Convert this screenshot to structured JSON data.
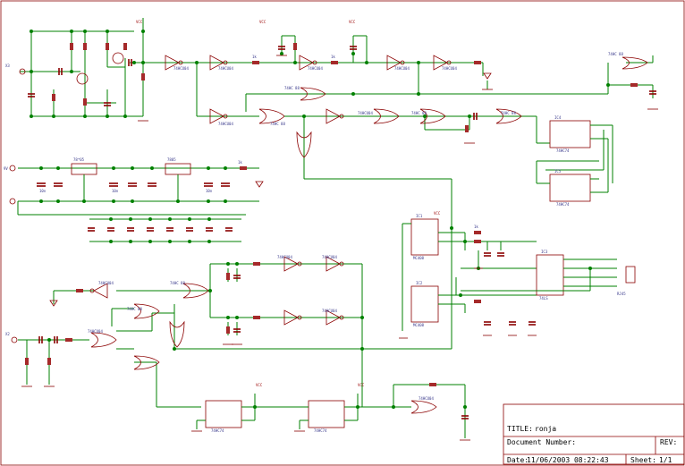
{
  "title_block": {
    "title_label": "TITLE:",
    "title_value": "ronja",
    "document_label": "Document Number:",
    "rev_label": "REV:",
    "date_label": "Date:",
    "date_value": "11/06/2003 08:22:43",
    "sheet_label": "Sheet:",
    "sheet_value": "1/1"
  },
  "gate_part": "74HCU04",
  "gate_part_alt": "74HC 88",
  "power_label": "VCC",
  "part_labels": {
    "regulator_1": "78*05",
    "regulator_2": "7805",
    "counter_part": "74HC74",
    "mux_part": "74LS",
    "dual_part": "MC408",
    "ic_u1": "IC1",
    "ic_u2": "IC2",
    "ic_u3": "IC3",
    "ic_u4": "IC4",
    "ic_u5": "IC5"
  },
  "connector_labels": {
    "input_top": "X3",
    "power_in": "9V",
    "input_bottom": "X2",
    "rj45": "RJ45"
  },
  "cap_value": "10n",
  "res_value": "1k",
  "colors": {
    "wire": "#008000",
    "component": "#8b0000",
    "text": "#3a3a8c",
    "frame": "#8b0000"
  }
}
